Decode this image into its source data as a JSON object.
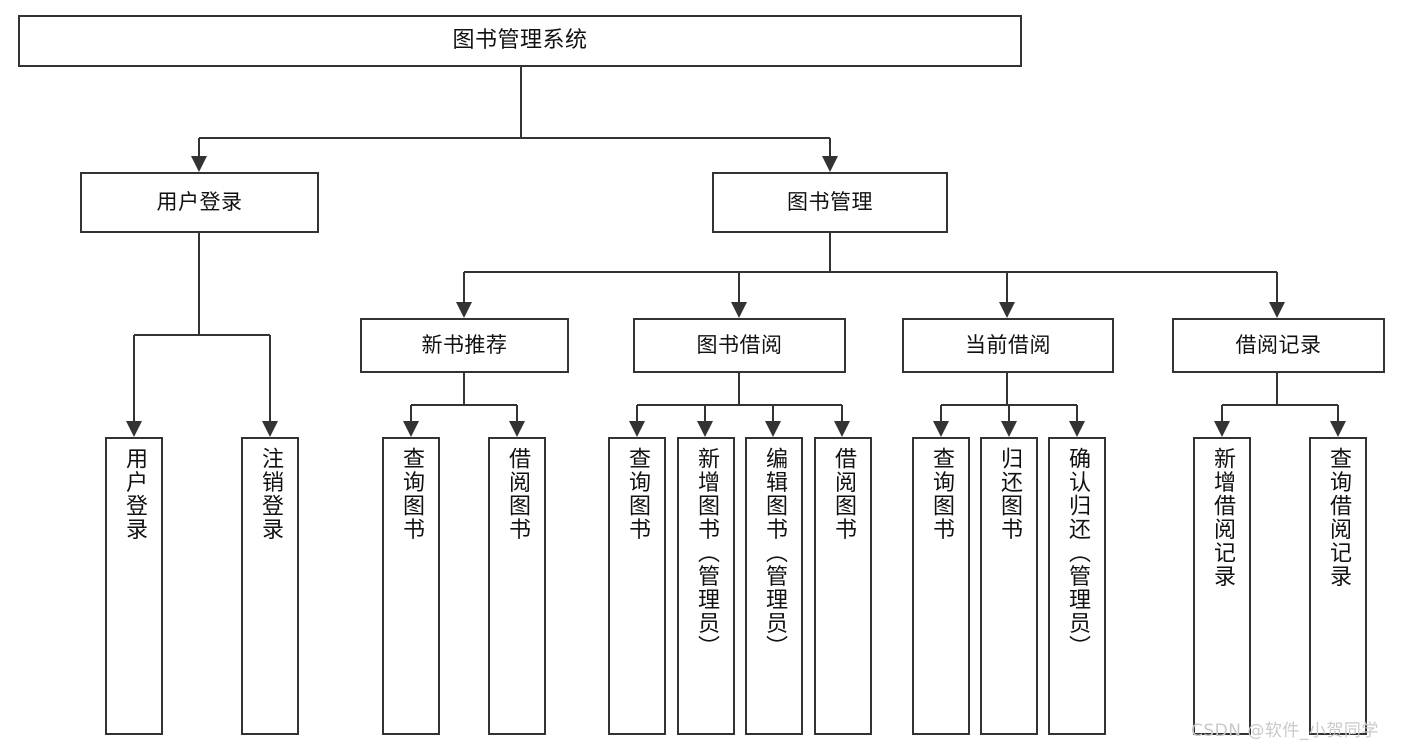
{
  "diagram": {
    "kind": "functional-structure-tree",
    "root": {
      "label": "图书管理系统"
    },
    "level1": [
      {
        "label": "用户登录"
      },
      {
        "label": "图书管理"
      }
    ],
    "level2": [
      {
        "label": "新书推荐"
      },
      {
        "label": "图书借阅"
      },
      {
        "label": "当前借阅"
      },
      {
        "label": "借阅记录"
      }
    ],
    "leaves": [
      {
        "label": "用户登录",
        "parent": "用户登录"
      },
      {
        "label": "注销登录",
        "parent": "用户登录"
      },
      {
        "label": "查询图书",
        "parent": "新书推荐"
      },
      {
        "label": "借阅图书",
        "parent": "新书推荐"
      },
      {
        "label": "查询图书",
        "parent": "图书借阅"
      },
      {
        "label": "新增图书（管理员）",
        "parent": "图书借阅"
      },
      {
        "label": "编辑图书（管理员）",
        "parent": "图书借阅"
      },
      {
        "label": "借阅图书",
        "parent": "图书借阅"
      },
      {
        "label": "查询图书",
        "parent": "当前借阅"
      },
      {
        "label": "归还图书",
        "parent": "当前借阅"
      },
      {
        "label": "确认归还（管理员）",
        "parent": "当前借阅"
      },
      {
        "label": "新增借阅记录",
        "parent": "借阅记录"
      },
      {
        "label": "查询借阅记录",
        "parent": "借阅记录"
      }
    ],
    "watermark": "CSDN @软件_小贺同学",
    "colors": {
      "line": "#333333",
      "box_border": "#333333",
      "box_fill": "#ffffff",
      "text": "#111111",
      "watermark": "#c9c9c9",
      "background": "#ffffff"
    }
  }
}
